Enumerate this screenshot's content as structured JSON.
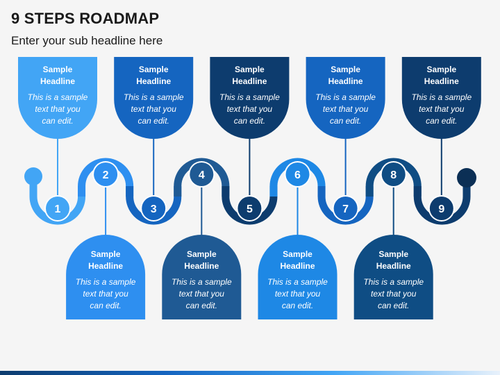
{
  "header": {
    "title": "9 STEPS ROADMAP",
    "subtitle": "Enter your sub headline here"
  },
  "colors": {
    "light": "#42a5f5",
    "mid": "#1e88e5",
    "blue": "#1565c0",
    "slate": "#1f5a94",
    "navy": "#0d3c6e",
    "ring": "#ffffff",
    "background": "#f5f5f5"
  },
  "steps": [
    {
      "number": "1",
      "headline_line1": "Sample",
      "headline_line2": "Headline",
      "text_line1": "This is a sample",
      "text_line2": "text that you",
      "text_line3": "can edit.",
      "color": "#42a5f5"
    },
    {
      "number": "2",
      "headline_line1": "Sample",
      "headline_line2": "Headline",
      "text_line1": "This is a sample",
      "text_line2": "text that you",
      "text_line3": "can edit.",
      "color": "#2e8ff0"
    },
    {
      "number": "3",
      "headline_line1": "Sample",
      "headline_line2": "Headline",
      "text_line1": "This is a sample",
      "text_line2": "text that you",
      "text_line3": "can edit.",
      "color": "#1565c0"
    },
    {
      "number": "4",
      "headline_line1": "Sample",
      "headline_line2": "Headline",
      "text_line1": "This is a sample",
      "text_line2": "text that you",
      "text_line3": "can edit.",
      "color": "#1f5a94"
    },
    {
      "number": "5",
      "headline_line1": "Sample",
      "headline_line2": "Headline",
      "text_line1": "This is a sample",
      "text_line2": "text that you",
      "text_line3": "can edit.",
      "color": "#0d3c6e"
    },
    {
      "number": "6",
      "headline_line1": "Sample",
      "headline_line2": "Headline",
      "text_line1": "This is a sample",
      "text_line2": "text that you",
      "text_line3": "can edit.",
      "color": "#1e88e5"
    },
    {
      "number": "7",
      "headline_line1": "Sample",
      "headline_line2": "Headline",
      "text_line1": "This is a sample",
      "text_line2": "text that you",
      "text_line3": "can edit.",
      "color": "#1565c0"
    },
    {
      "number": "8",
      "headline_line1": "Sample",
      "headline_line2": "Headline",
      "text_line1": "This is a sample",
      "text_line2": "text that you",
      "text_line3": "can edit.",
      "color": "#0f4d84"
    },
    {
      "number": "9",
      "headline_line1": "Sample",
      "headline_line2": "Headline",
      "text_line1": "This is a sample",
      "text_line2": "text that you",
      "text_line3": "can edit.",
      "color": "#0d3c6e"
    }
  ]
}
